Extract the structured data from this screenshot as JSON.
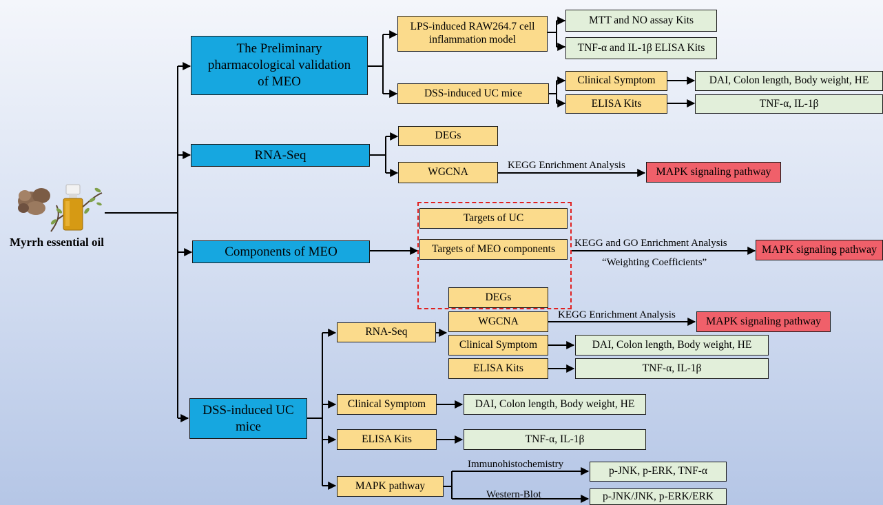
{
  "root": {
    "label": "Myrrh essential oil",
    "icon": "myrrh-resin-and-oil-bottle-icon"
  },
  "branches": {
    "preliminary": {
      "label": "The Preliminary pharmacological validation of MEO",
      "lps_model": "LPS-induced RAW264.7 cell inflammation model",
      "mtt_kits": "MTT and NO assay Kits",
      "tnf_il1b_kits": "TNF-α and IL-1β ELISA Kits",
      "dss_mice": "DSS-induced UC mice",
      "clinical_symptom": "Clinical Symptom",
      "clinical_result": "DAI, Colon length, Body weight, HE",
      "elisa_kits": "ELISA Kits",
      "elisa_result": "TNF-α, IL-1β"
    },
    "rnaseq": {
      "label": "RNA-Seq",
      "degs": "DEGs",
      "wgcna": "WGCNA",
      "kegg_label": "KEGG Enrichment Analysis",
      "mapk": "MAPK signaling pathway"
    },
    "components": {
      "label": "Components of MEO",
      "targets_uc": "Targets of UC",
      "targets_meo": "Targets of MEO components",
      "kegg_go_label": "KEGG and GO Enrichment Analysis",
      "weighting_label": "“Weighting Coefficients”",
      "mapk": "MAPK signaling pathway"
    },
    "dss": {
      "label": "DSS-induced UC mice",
      "rnaseq": "RNA-Seq",
      "degs": "DEGs",
      "wgcna": "WGCNA",
      "kegg_label": "KEGG Enrichment Analysis",
      "mapk": "MAPK signaling pathway",
      "sub_clinical": "Clinical Symptom",
      "sub_clinical_result": "DAI, Colon length, Body weight, HE",
      "sub_elisa": "ELISA Kits",
      "sub_elisa_result": "TNF-α, IL-1β",
      "clinical": "Clinical Symptom",
      "clinical_result": "DAI, Colon length, Body weight, HE",
      "elisa": "ELISA Kits",
      "elisa_result": "TNF-α, IL-1β",
      "mapk_pathway": "MAPK pathway",
      "ihc_label": "Immunohistochemistry",
      "ihc_result": "p-JNK, p-ERK, TNF-α",
      "wb_label": "Western-Blot",
      "wb_result": "p-JNK/JNK, p-ERK/ERK"
    }
  },
  "colors": {
    "blue": "#16a7e0",
    "yellow": "#fbdb8c",
    "green": "#e2efda",
    "red": "#f0606a",
    "dashed_outline": "#e02020"
  }
}
